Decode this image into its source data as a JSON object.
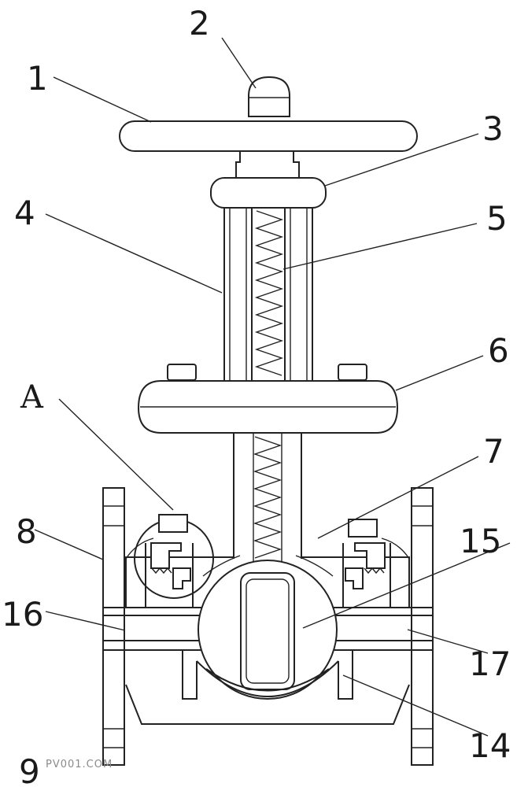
{
  "labels": {
    "l1": "1",
    "l2": "2",
    "l3": "3",
    "l4": "4",
    "l5": "5",
    "l6": "6",
    "l7": "7",
    "l8": "8",
    "l9": "9",
    "l14": "14",
    "l15": "15",
    "l16": "16",
    "l17": "17",
    "lA": "A"
  },
  "watermark": "PV001.COM"
}
